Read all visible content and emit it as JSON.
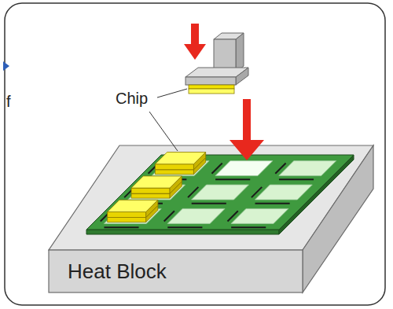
{
  "diagram": {
    "nodes": [
      {
        "text": [
          "Heat Block"
        ]
      }
    ],
    "labels": [
      "Chip",
      "f"
    ]
  }
}
